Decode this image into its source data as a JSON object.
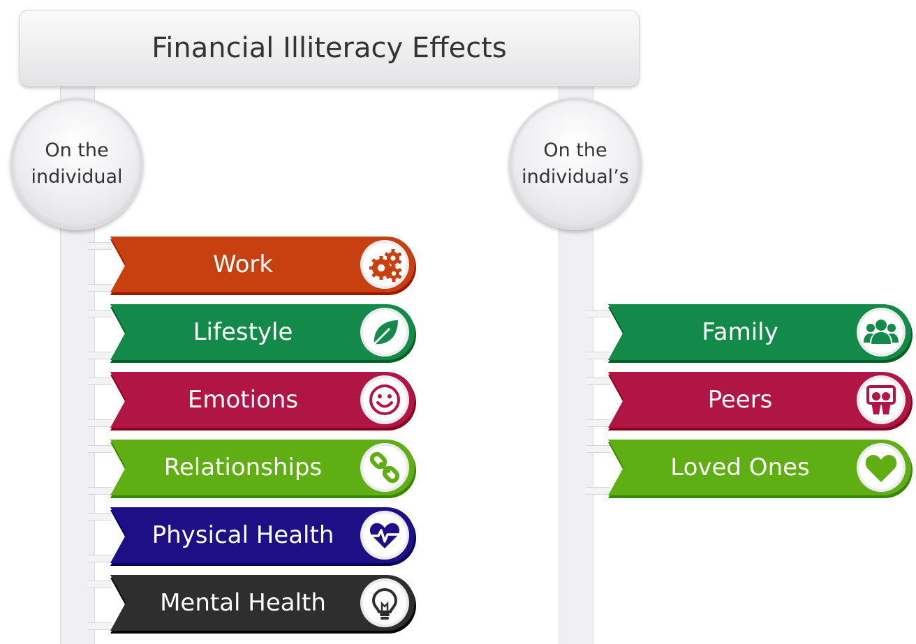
{
  "title": "Financial Illiteracy Effects",
  "left": {
    "heading_line1": "On the",
    "heading_line2": "individual",
    "items": [
      {
        "label": "Work",
        "color": "#c8400f",
        "icon": "gears-icon"
      },
      {
        "label": "Lifestyle",
        "color": "#148a4a",
        "icon": "leaf-icon"
      },
      {
        "label": "Emotions",
        "color": "#b01545",
        "icon": "smiley-icon"
      },
      {
        "label": "Relationships",
        "color": "#5fae14",
        "icon": "chain-link-icon"
      },
      {
        "label": "Physical Health",
        "color": "#1e0f86",
        "icon": "heartbeat-icon"
      },
      {
        "label": "Mental Health",
        "color": "#2e2e2e",
        "icon": "lightbulb-icon"
      }
    ]
  },
  "right": {
    "heading_line1": "On the",
    "heading_line2": "individual’s",
    "items": [
      {
        "label": "Family",
        "color": "#148a4a",
        "icon": "group-icon"
      },
      {
        "label": "Peers",
        "color": "#b01545",
        "icon": "peers-icon"
      },
      {
        "label": "Loved Ones",
        "color": "#5fae14",
        "icon": "heart-icon"
      }
    ]
  }
}
